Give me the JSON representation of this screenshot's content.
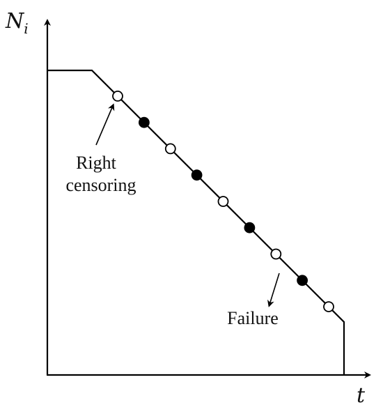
{
  "axes": {
    "y_label": "N",
    "y_label_subscript": "i",
    "x_label": "t"
  },
  "annotations": {
    "right_censoring_line1": "Right",
    "right_censoring_line2": "censoring",
    "failure": "Failure"
  },
  "markers": {
    "legend_meaning": {
      "open-circle": "right censoring",
      "filled-circle": "failure"
    },
    "sequence": [
      "open",
      "filled",
      "open",
      "filled",
      "open",
      "filled",
      "open",
      "filled",
      "open"
    ]
  },
  "colors": {
    "stroke": "#000000",
    "open_fill": "#ffffff",
    "filled_fill": "#000000",
    "text": "#111111"
  }
}
